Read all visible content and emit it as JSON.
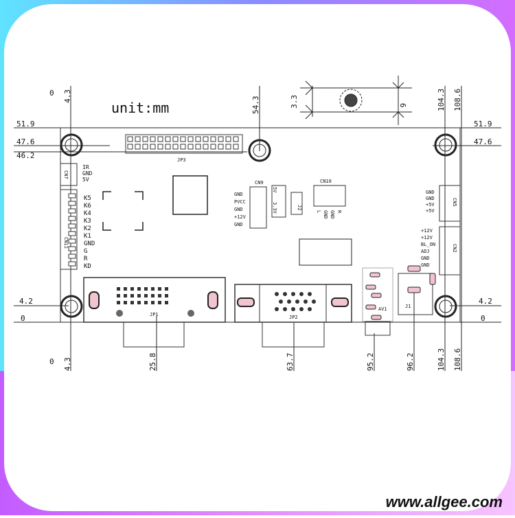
{
  "unit_label": "unit:mm",
  "website": "www.allgee.com",
  "dims": {
    "top_left_0": "0",
    "top_left_43": "4.3",
    "top_543": "54.3",
    "top_1043": "104.3",
    "top_1086": "108.6",
    "left_519": "51.9",
    "left_476": "47.6",
    "left_462": "46.2",
    "right_519": "51.9",
    "right_476": "47.6",
    "left_42": "4.2",
    "left_0": "0",
    "right_42": "4.2",
    "right_0": "0",
    "bottom_0": "0",
    "bottom_43": "4.3",
    "bottom_258": "25.8",
    "bottom_637": "63.7",
    "bottom_952": "95.2",
    "bottom_962": "96.2",
    "bottom_1043": "104.3",
    "bottom_1086": "108.6",
    "hole_33": "3.3",
    "hole_6": "6"
  },
  "connectors": {
    "jp3": "JP3",
    "jp1": "JP1",
    "jp2": "JP2",
    "av1": "AV1",
    "j1": "J1",
    "cn9": "CN9",
    "cn10": "CN10",
    "cn11": "CN11",
    "cn2": "CN2",
    "cn5": "CN5",
    "cn7": "CN7",
    "j2": "J2"
  },
  "ir_pins": [
    "IR",
    "GND",
    "5V"
  ],
  "key_pins": [
    "K5",
    "K6",
    "K4",
    "K3",
    "K2",
    "K1",
    "GND",
    "G",
    "R",
    "KD"
  ],
  "cn9_pins": [
    "GND",
    "PVCC",
    "GND",
    "+12V",
    "GND"
  ],
  "cn9_side": [
    "5V",
    "3.3V"
  ],
  "cn10_pins": [
    "L",
    "GND",
    "GND",
    "R"
  ],
  "cn5_pins": [
    "GND",
    "GND",
    "+5V",
    "+5V"
  ],
  "cn2_pins": [
    "+12V",
    "+12V",
    "BL_ON",
    "ADJ",
    "GND",
    "GND"
  ]
}
